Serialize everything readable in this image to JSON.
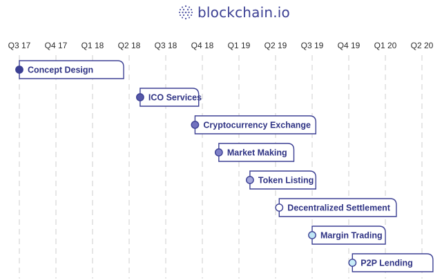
{
  "brand": {
    "name": "blockchain.io",
    "logo_icon": "dotted-globe-icon",
    "colors": {
      "brand": "#3b3f93",
      "bar_border": "#3b3f93",
      "grid": "#d5d5d5",
      "text": "#2f3384"
    }
  },
  "chart_data": {
    "type": "gantt",
    "periods": [
      "Q3 17",
      "Q4 17",
      "Q1 18",
      "Q2 18",
      "Q3 18",
      "Q4 18",
      "Q1 19",
      "Q2 19",
      "Q3 19",
      "Q4 19",
      "Q1 20",
      "Q2 20"
    ],
    "grid": true,
    "tasks": [
      {
        "label": "Concept Design",
        "start": 0.0,
        "end": 2.85,
        "marker_color": "#3b3f93"
      },
      {
        "label": "ICO Services",
        "start": 3.3,
        "end": 4.9,
        "marker_color": "#5658a8"
      },
      {
        "label": "Cryptocurrency Exchange",
        "start": 4.8,
        "end": 8.1,
        "marker_color": "#7272bf"
      },
      {
        "label": "Market Making",
        "start": 5.45,
        "end": 7.5,
        "marker_color": "#7f81c8"
      },
      {
        "label": "Token Listing",
        "start": 6.3,
        "end": 8.1,
        "marker_color": "#a6a9dc"
      },
      {
        "label": "Decentralized Settlement",
        "start": 7.1,
        "end": 10.3,
        "marker_color": "#ffffff"
      },
      {
        "label": "Margin Trading",
        "start": 8.0,
        "end": 10.0,
        "marker_color": "#bfe6f5"
      },
      {
        "label": "P2P Lending",
        "start": 9.1,
        "end": 11.3,
        "marker_color": "#c8ecf7"
      }
    ]
  }
}
